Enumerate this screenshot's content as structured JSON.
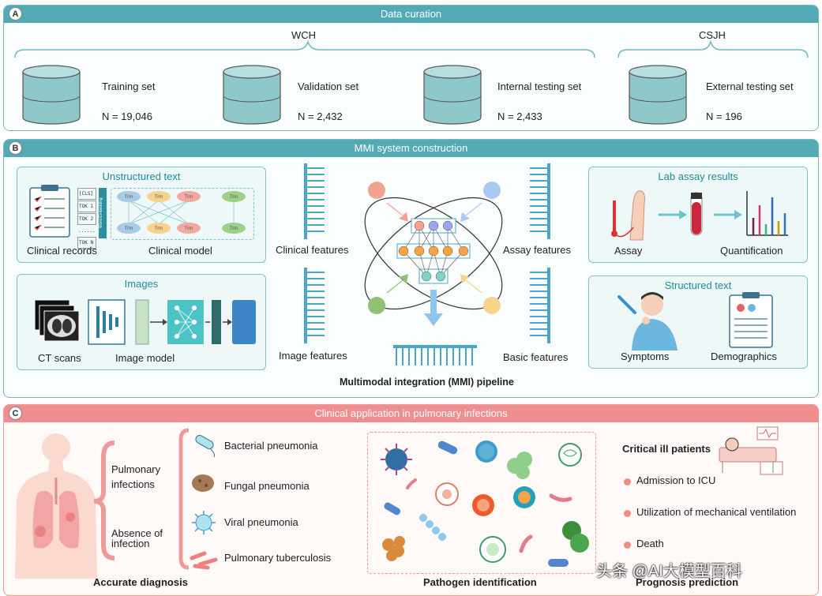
{
  "panel_a": {
    "letter": "A",
    "header": "Data curation",
    "group_wch": "WCH",
    "group_csjh": "CSJH",
    "datasets": [
      {
        "name": "Training set",
        "count": "N = 19,046"
      },
      {
        "name": "Validation set",
        "count": "N = 2,432"
      },
      {
        "name": "Internal testing set",
        "count": "N = 2,433"
      },
      {
        "name": "External testing set",
        "count": "N = 196"
      }
    ]
  },
  "panel_b": {
    "letter": "B",
    "header": "MMI system construction",
    "unstructured": {
      "title": "Unstructured text",
      "records_label": "Clinical records",
      "model_label": "Clinical model",
      "tokens": [
        "[CLS]",
        "TOK 1",
        "TOK 2",
        "......",
        "TOK N"
      ],
      "embedding": "Word Embedding",
      "trm": "Trm"
    },
    "images": {
      "title": "Images",
      "ct_label": "CT scans",
      "model_label": "Image model"
    },
    "lab": {
      "title": "Lab assay results",
      "assay_label": "Assay",
      "quant_label": "Quantification"
    },
    "structured": {
      "title": "Structured text",
      "symptoms_label": "Symptoms",
      "demographics_label": "Demographics"
    },
    "features": {
      "clinical": "Clinical features",
      "image": "Image features",
      "assay": "Assay features",
      "basic": "Basic features"
    },
    "pipeline": "Multimodal integration (MMI) pipeline"
  },
  "panel_c": {
    "letter": "C",
    "header": "Clinical application in pulmonary infections",
    "pulmonary": "Pulmonary\ninfections",
    "absence": "Absence of\ninfection",
    "diagnoses": [
      "Bacterial pneumonia",
      "Fungal pneumonia",
      "Viral pneumonia",
      "Pulmonary tuberculosis"
    ],
    "accurate": "Accurate diagnosis",
    "pathogen": "Pathogen identification",
    "critical": "Critical ill patients",
    "outcomes": [
      "Admission to ICU",
      "Utilization of mechanical ventilation",
      "Death"
    ],
    "prognosis": "Prognosis prediction"
  },
  "watermark": "头条 @AI大模型百科",
  "colors": {
    "teal_header": "#53aab4",
    "pink_header": "#ee8e8e",
    "bullet": "#ef8c84"
  }
}
